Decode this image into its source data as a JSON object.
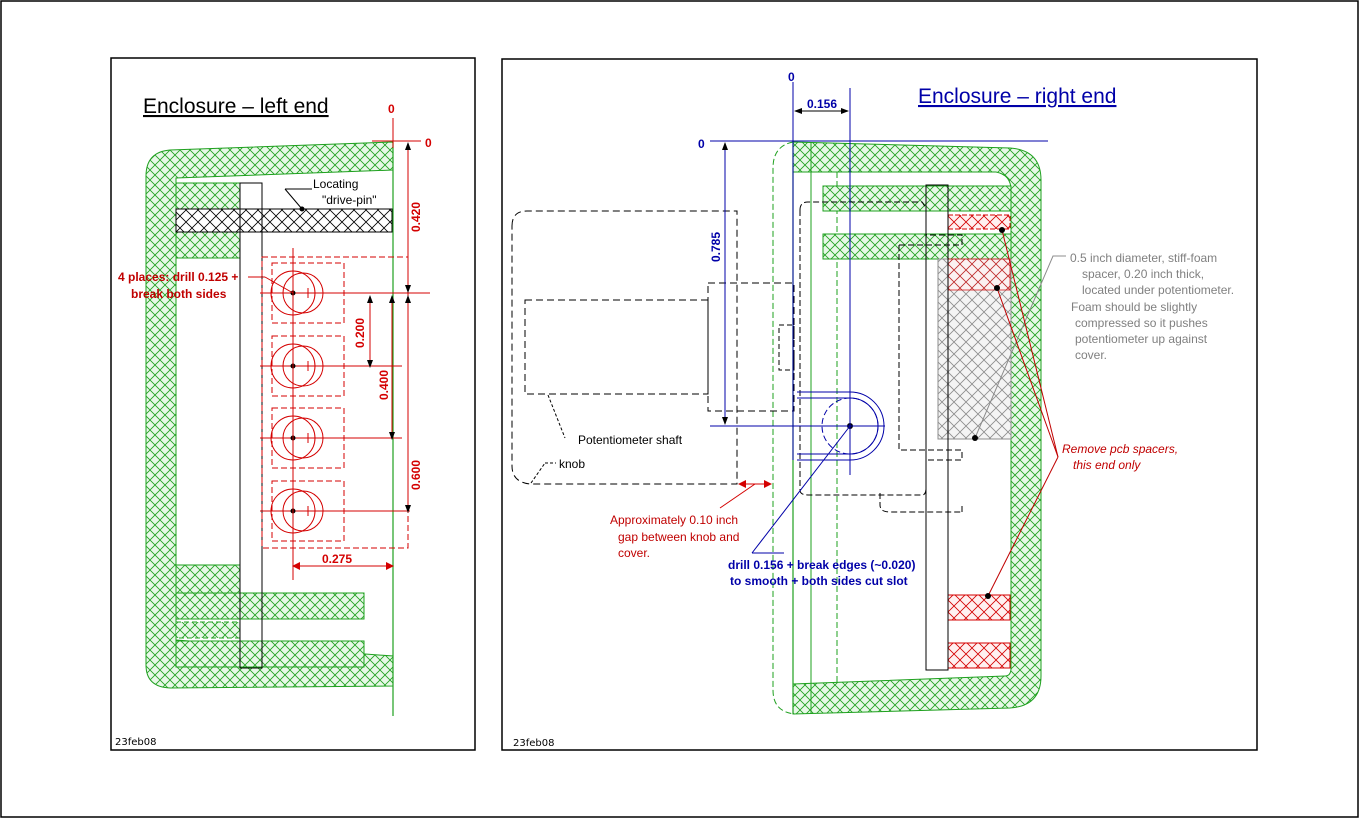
{
  "colors": {
    "housing_green": "#1ea01e",
    "dim_red": "#d40000",
    "dim_blue": "#0000a8",
    "foam_gray": "#8c8c8c",
    "outline_black": "#000000",
    "note_red": "#c00000"
  },
  "left_panel": {
    "title": "Enclosure – left end",
    "datum_x": "0",
    "datum_y": "0",
    "callout_drive_pin": [
      "Locating",
      "\"drive-pin\""
    ],
    "callout_drill": [
      "4 places: drill 0.125 +",
      "break both sides"
    ],
    "dimensions": {
      "top_to_first_hole": "0.420",
      "hole_pitch": "0.200",
      "first_to_third": "0.400",
      "first_to_fourth": "0.600",
      "horizontal_offset": "0.275"
    },
    "date": "23feb08"
  },
  "right_panel": {
    "title": "Enclosure – right end",
    "datum_x": "0",
    "datum_y": "0",
    "dimensions": {
      "horizontal_offset": "0.156",
      "vertical_offset": "0.785"
    },
    "callout_shaft": "Potentiometer shaft",
    "callout_knob": "knob",
    "callout_gap": [
      "Approximately 0.10 inch",
      "gap between knob and",
      "cover."
    ],
    "callout_drill": [
      "drill 0.156 + break edges (~0.020)",
      "to smooth + both sides cut slot"
    ],
    "callout_foam": [
      "0.5 inch diameter, stiff-foam",
      "spacer, 0.20 inch thick,",
      "located under potentiometer.",
      "Foam should be slightly",
      "compressed so it pushes",
      "potentiometer up against",
      "cover."
    ],
    "callout_spacers": [
      "Remove pcb spacers,",
      "this end only"
    ],
    "date": "23feb08"
  }
}
